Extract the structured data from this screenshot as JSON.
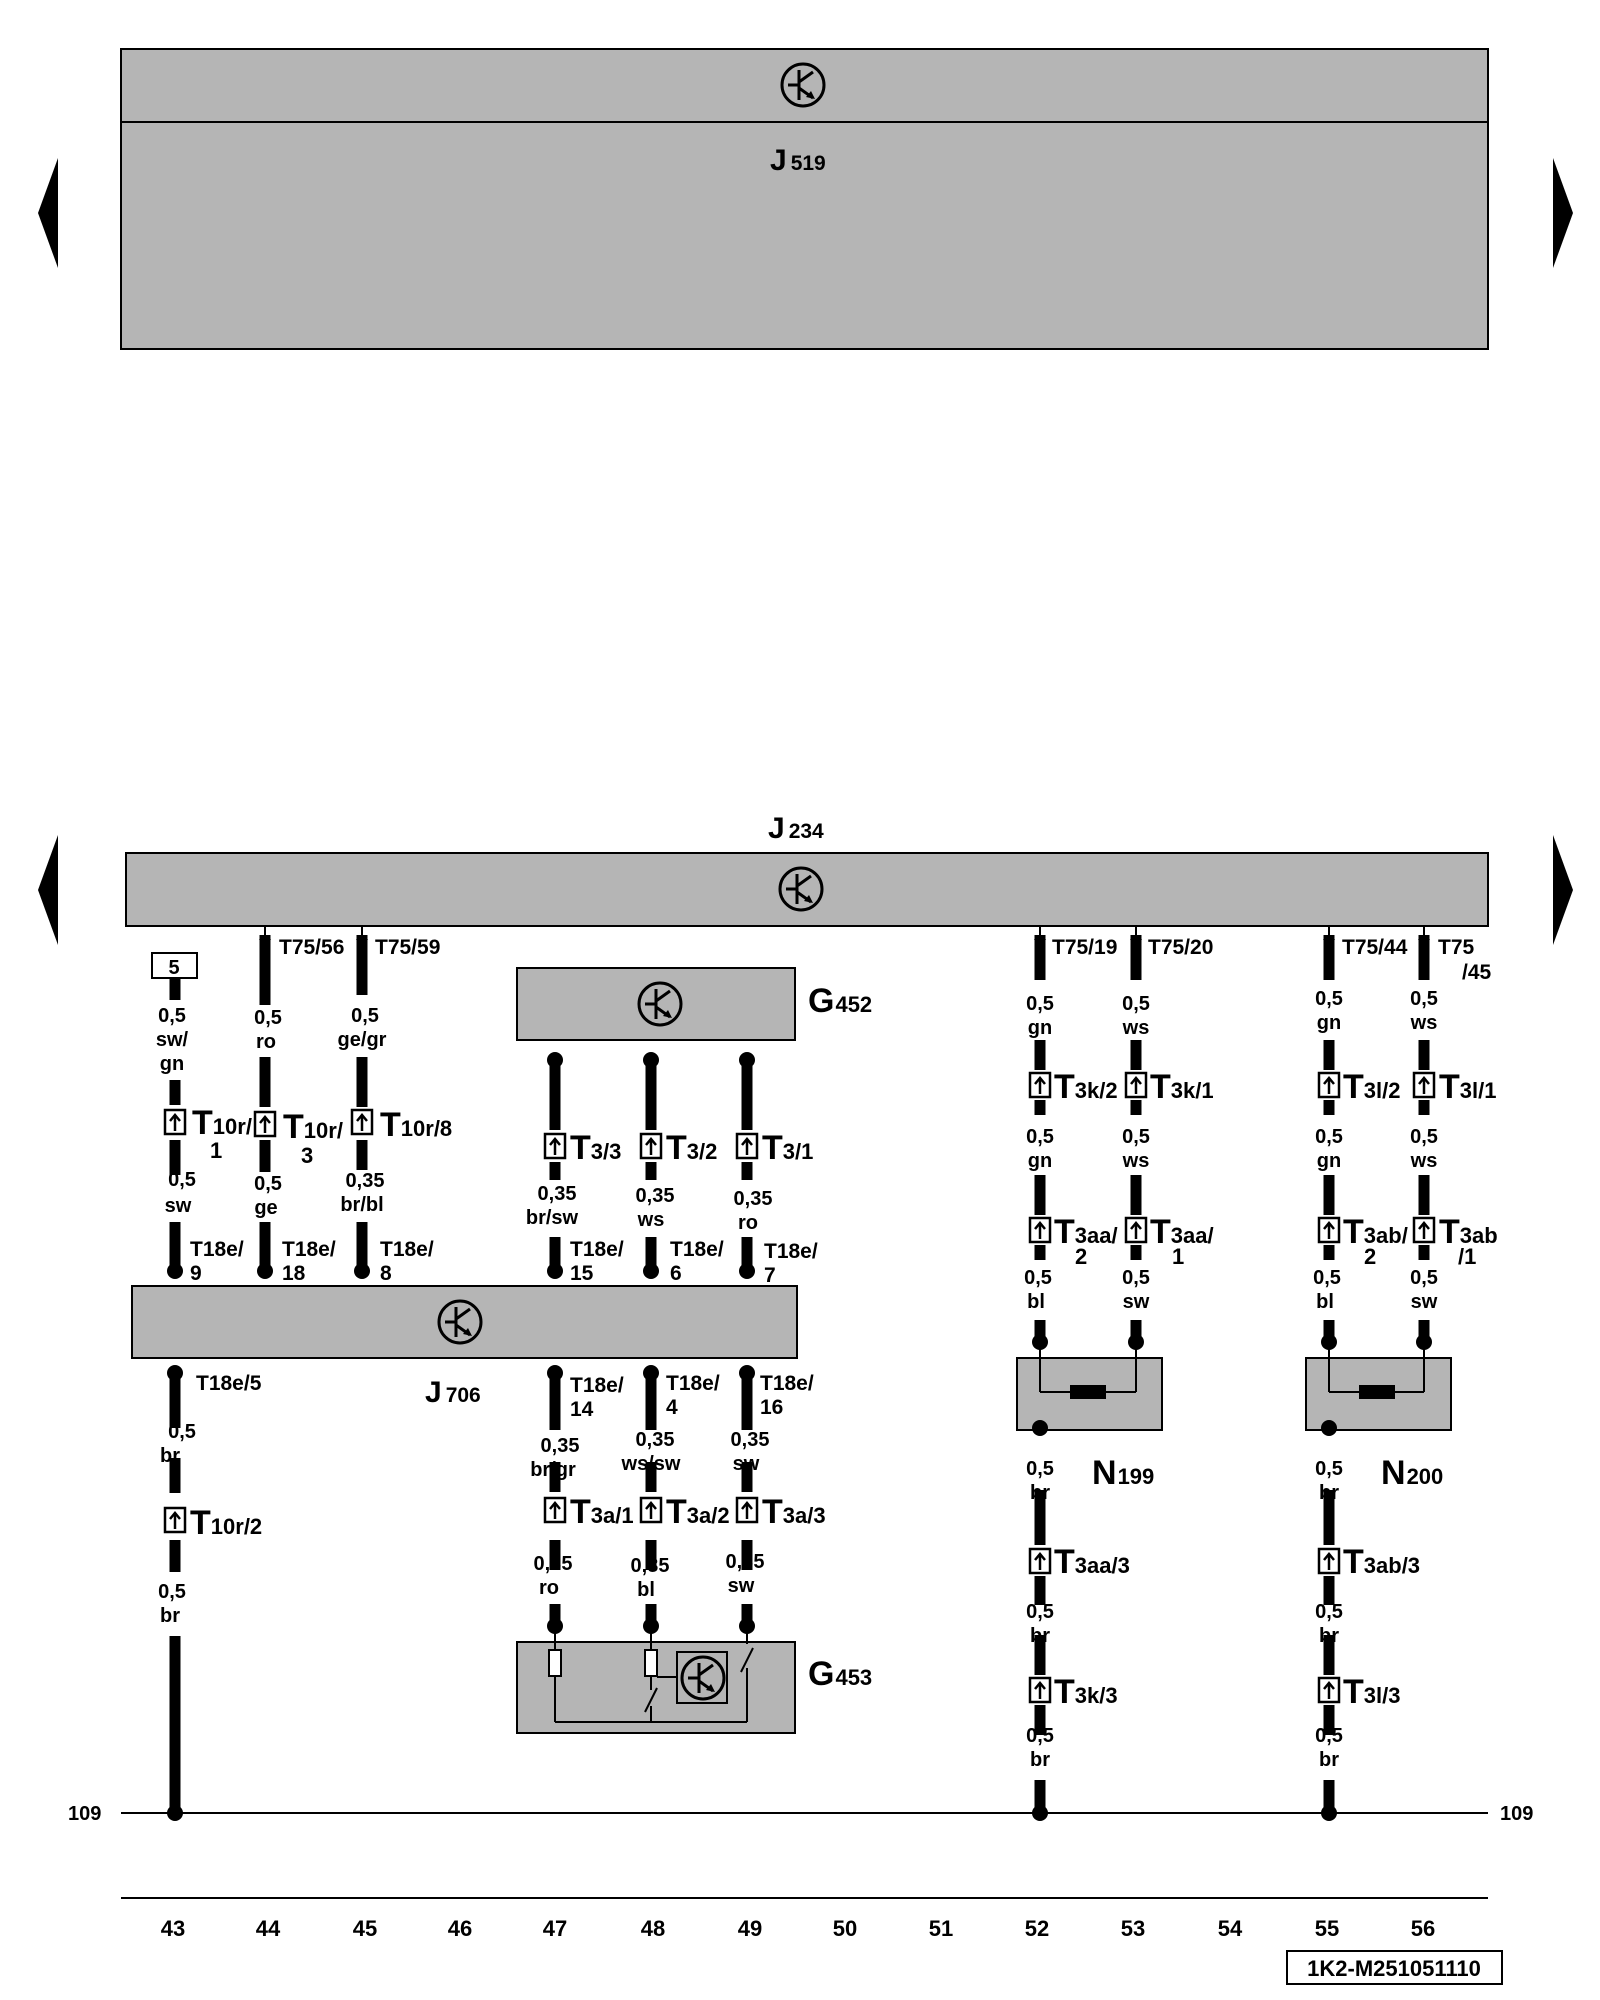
{
  "diagram": {
    "document_id": "1K2-M251051110",
    "ground_ref": "109",
    "track_numbers": [
      "43",
      "44",
      "45",
      "46",
      "47",
      "48",
      "49",
      "50",
      "51",
      "52",
      "53",
      "54",
      "55",
      "56"
    ],
    "icons": {
      "module": "electronic-module-symbol",
      "connector": "connector-symbol",
      "nav": "triangle-arrow"
    },
    "components": {
      "J519": {
        "main": "J",
        "sub": "519"
      },
      "J234": {
        "main": "J",
        "sub": "234"
      },
      "J706": {
        "main": "J",
        "sub": "706"
      },
      "G452": {
        "main": "G",
        "sub": "452"
      },
      "G453": {
        "main": "G",
        "sub": "453"
      },
      "N199": {
        "main": "N",
        "sub": "199"
      },
      "N200": {
        "main": "N",
        "sub": "200"
      },
      "fuse_box": "5"
    },
    "pins": {
      "t75_56": "T75/56",
      "t75_59": "T75/59",
      "t75_19": "T75/19",
      "t75_20": "T75/20",
      "t75_44": "T75/44",
      "t75_45_a": "T75",
      "t75_45_b": "/45",
      "t18e_9_a": "T18e/",
      "t18e_9_b": "9",
      "t18e_18_a": "T18e/",
      "t18e_18_b": "18",
      "t18e_8_a": "T18e/",
      "t18e_8_b": "8",
      "t18e_15_a": "T18e/",
      "t18e_15_b": "15",
      "t18e_6_a": "T18e/",
      "t18e_6_b": "6",
      "t18e_7_a": "T18e/",
      "t18e_7_b": "7",
      "t18e_5": "T18e/5",
      "t18e_14_a": "T18e/",
      "t18e_14_b": "14",
      "t18e_4_a": "T18e/",
      "t18e_4_b": "4",
      "t18e_16_a": "T18e/",
      "t18e_16_b": "16"
    },
    "connectors": {
      "t10r1_main": "T",
      "t10r1_sub": "10r/",
      "t10r1_b": "1",
      "t10r3_main": "T",
      "t10r3_sub": "10r/",
      "t10r3_b": "3",
      "t10r8_main": "T",
      "t10r8_sub": "10r/8",
      "t10r2_main": "T",
      "t10r2_sub": "10r/2",
      "t33_main": "T",
      "t33_sub": "3/3",
      "t32_main": "T",
      "t32_sub": "3/2",
      "t31_main": "T",
      "t31_sub": "3/1",
      "t3a1_main": "T",
      "t3a1_sub": "3a/1",
      "t3a2_main": "T",
      "t3a2_sub": "3a/2",
      "t3a3_main": "T",
      "t3a3_sub": "3a/3",
      "t3k2_main": "T",
      "t3k2_sub": "3k/2",
      "t3k1_main": "T",
      "t3k1_sub": "3k/1",
      "t3k3_main": "T",
      "t3k3_sub": "3k/3",
      "t3l2_main": "T",
      "t3l2_sub": "3l/2",
      "t3l1_main": "T",
      "t3l1_sub": "3l/1",
      "t3l3_main": "T",
      "t3l3_sub": "3l/3",
      "t3aa2_main": "T",
      "t3aa2_sub": "3aa/",
      "t3aa2_b": "2",
      "t3aa1_main": "T",
      "t3aa1_sub": "3aa/",
      "t3aa1_b": "1",
      "t3aa3_main": "T",
      "t3aa3_sub": "3aa/3",
      "t3ab2_main": "T",
      "t3ab2_sub": "3ab/",
      "t3ab2_b": "2",
      "t3ab1_main": "T",
      "t3ab1_sub": "3ab",
      "t3ab1_b": "/1",
      "t3ab3_main": "T",
      "t3ab3_sub": "3ab/3"
    },
    "wires": {
      "w43a_s": "0,5",
      "w43a_c1": "sw/",
      "w43a_c2": "gn",
      "w43b_s": "0,5",
      "w43b_c": "sw",
      "w43c_s": "0,5",
      "w43c_c": "br",
      "w43d_s": "0,5",
      "w43d_c": "br",
      "w44a_s": "0,5",
      "w44a_c": "ro",
      "w44b_s": "0,5",
      "w44b_c": "ge",
      "w45a_s": "0,5",
      "w45a_c": "ge/gr",
      "w45b_s": "0,35",
      "w45b_c": "br/bl",
      "w47a_s": "0,35",
      "w47a_c": "br/sw",
      "w48a_s": "0,35",
      "w48a_c": "ws",
      "w49a_s": "0,35",
      "w49a_c": "ro",
      "w47b_s": "0,35",
      "w47b_c": "br/gr",
      "w48b_s": "0,35",
      "w48b_c": "ws/sw",
      "w49b_s": "0,35",
      "w49b_c": "sw",
      "w47c_s": "0,35",
      "w47c_c": "ro",
      "w48c_s": "0,35",
      "w48c_c": "bl",
      "w49c_s": "0,35",
      "w49c_c": "sw",
      "w52a_s": "0,5",
      "w52a_c": "gn",
      "w53a_s": "0,5",
      "w53a_c": "ws",
      "w52b_s": "0,5",
      "w52b_c": "gn",
      "w53b_s": "0,5",
      "w53b_c": "ws",
      "w52c_s": "0,5",
      "w52c_c": "bl",
      "w53c_s": "0,5",
      "w53c_c": "sw",
      "w52d_s": "0,5",
      "w52d_c": "br",
      "w52e_s": "0,5",
      "w52e_c": "br",
      "w52f_s": "0,5",
      "w52f_c": "br",
      "w55a_s": "0,5",
      "w55a_c": "gn",
      "w56a_s": "0,5",
      "w56a_c": "ws",
      "w55b_s": "0,5",
      "w55b_c": "gn",
      "w56b_s": "0,5",
      "w56b_c": "ws",
      "w55c_s": "0,5",
      "w55c_c": "bl",
      "w56c_s": "0,5",
      "w56c_c": "sw",
      "w55d_s": "0,5",
      "w55d_c": "br",
      "w55e_s": "0,5",
      "w55e_c": "br",
      "w55f_s": "0,5",
      "w55f_c": "br"
    }
  }
}
